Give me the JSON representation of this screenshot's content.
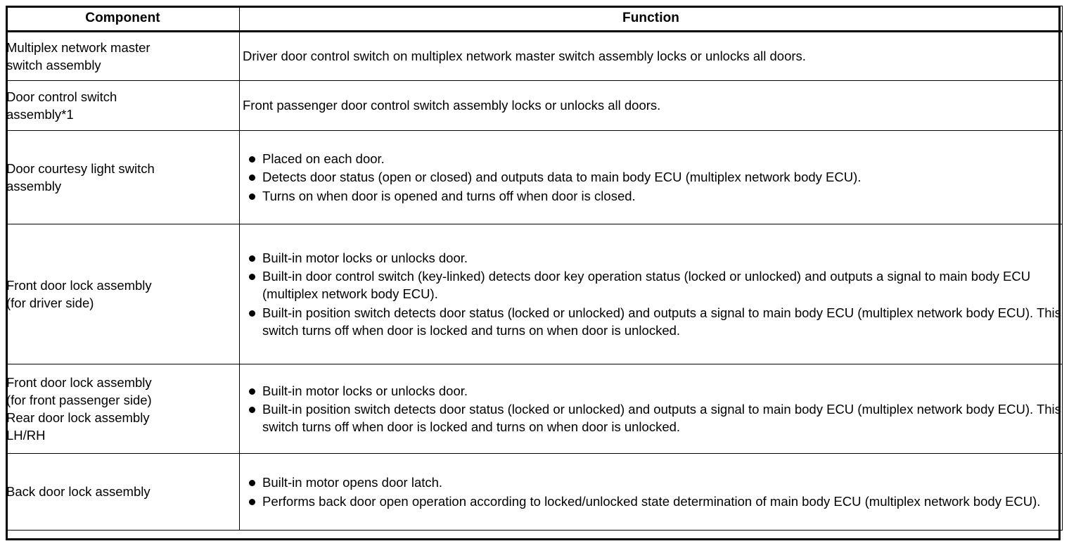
{
  "table": {
    "headers": {
      "component": "Component",
      "function": "Function"
    },
    "rows": [
      {
        "component_lines": [
          "Multiplex network master",
          "switch assembly"
        ],
        "function_type": "plain",
        "function_text": "Driver door control switch on multiplex network master switch assembly locks or unlocks all doors.",
        "bullets": []
      },
      {
        "component_lines": [
          "Door control switch",
          "assembly*1"
        ],
        "function_type": "plain",
        "function_text": "Front passenger door control switch assembly locks or unlocks all doors.",
        "bullets": []
      },
      {
        "component_lines": [
          "Door courtesy light switch",
          "assembly"
        ],
        "function_type": "bullets",
        "function_text": "",
        "bullets": [
          "Placed on each door.",
          "Detects door status (open or closed) and outputs data to main body ECU (multiplex network body ECU).",
          "Turns on when door is opened and turns off when door is closed."
        ]
      },
      {
        "component_lines": [
          "Front door lock assembly",
          "(for driver side)"
        ],
        "function_type": "bullets",
        "function_text": "",
        "bullets": [
          "Built-in motor locks or unlocks door.",
          "Built-in door control switch (key-linked) detects door key operation status (locked or unlocked) and outputs a signal to main body ECU (multiplex network body ECU).",
          "Built-in position switch detects door status (locked or unlocked) and outputs a signal to main body ECU (multiplex network body ECU). This switch turns off when door is locked and turns on when door is unlocked."
        ]
      },
      {
        "component_lines": [
          "Front door lock assembly",
          "(for front passenger side)",
          "Rear door lock assembly",
          "LH/RH"
        ],
        "function_type": "bullets",
        "function_text": "",
        "bullets": [
          "Built-in motor locks or unlocks door.",
          "Built-in position switch detects door status (locked or unlocked) and outputs a signal to main body ECU (multiplex network body ECU). This switch turns off when door is locked and turns on when door is unlocked."
        ]
      },
      {
        "component_lines": [
          "Back door lock assembly"
        ],
        "function_type": "bullets",
        "function_text": "",
        "bullets": [
          "Built-in motor opens door latch.",
          "Performs back door open operation according to locked/unlocked state determination of main body ECU (multiplex network body ECU)."
        ]
      }
    ]
  },
  "colors": {
    "background": "#ffffff",
    "text": "#000000",
    "border": "#000000"
  }
}
